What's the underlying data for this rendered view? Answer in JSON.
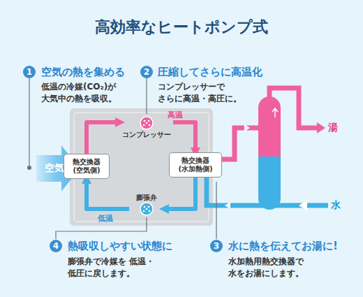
{
  "diagram": {
    "title": "高効率なヒートポンプ式",
    "nodes": [
      {
        "text": [
          "空気"
        ]
      },
      {
        "text": [
          "熱交換器 (空気側)"
        ]
      },
      {
        "text": [
          "コンプレッサー"
        ]
      },
      {
        "text": [
          "熱交換器 (水加熱側)"
        ]
      },
      {
        "text": [
          "膨張弁"
        ]
      }
    ],
    "edges": [
      {
        "from": 1,
        "to": 2,
        "arrow": "to"
      },
      {
        "from": 2,
        "to": 3,
        "arrow": "to"
      },
      {
        "from": 3,
        "to": 4,
        "arrow": "to"
      },
      {
        "from": 4,
        "to": 1,
        "arrow": "to"
      }
    ],
    "labels": [
      "1",
      "空気の熱を集める",
      "低温の冷媒(CO₂)が 大気中の熱を吸収。",
      "2",
      "圧縮してさらに高温化",
      "コンプレッサーで さらに高温・高圧に。",
      "高温",
      "低温",
      "湯",
      "水",
      "4",
      "熱吸収しやすい状態に",
      "膨張弁で冷媒を 低温・低圧に戻します。",
      "3",
      "水に熱を伝えてお湯に!",
      "水加熱用熱交換器で 水をお湯にします。"
    ]
  }
}
